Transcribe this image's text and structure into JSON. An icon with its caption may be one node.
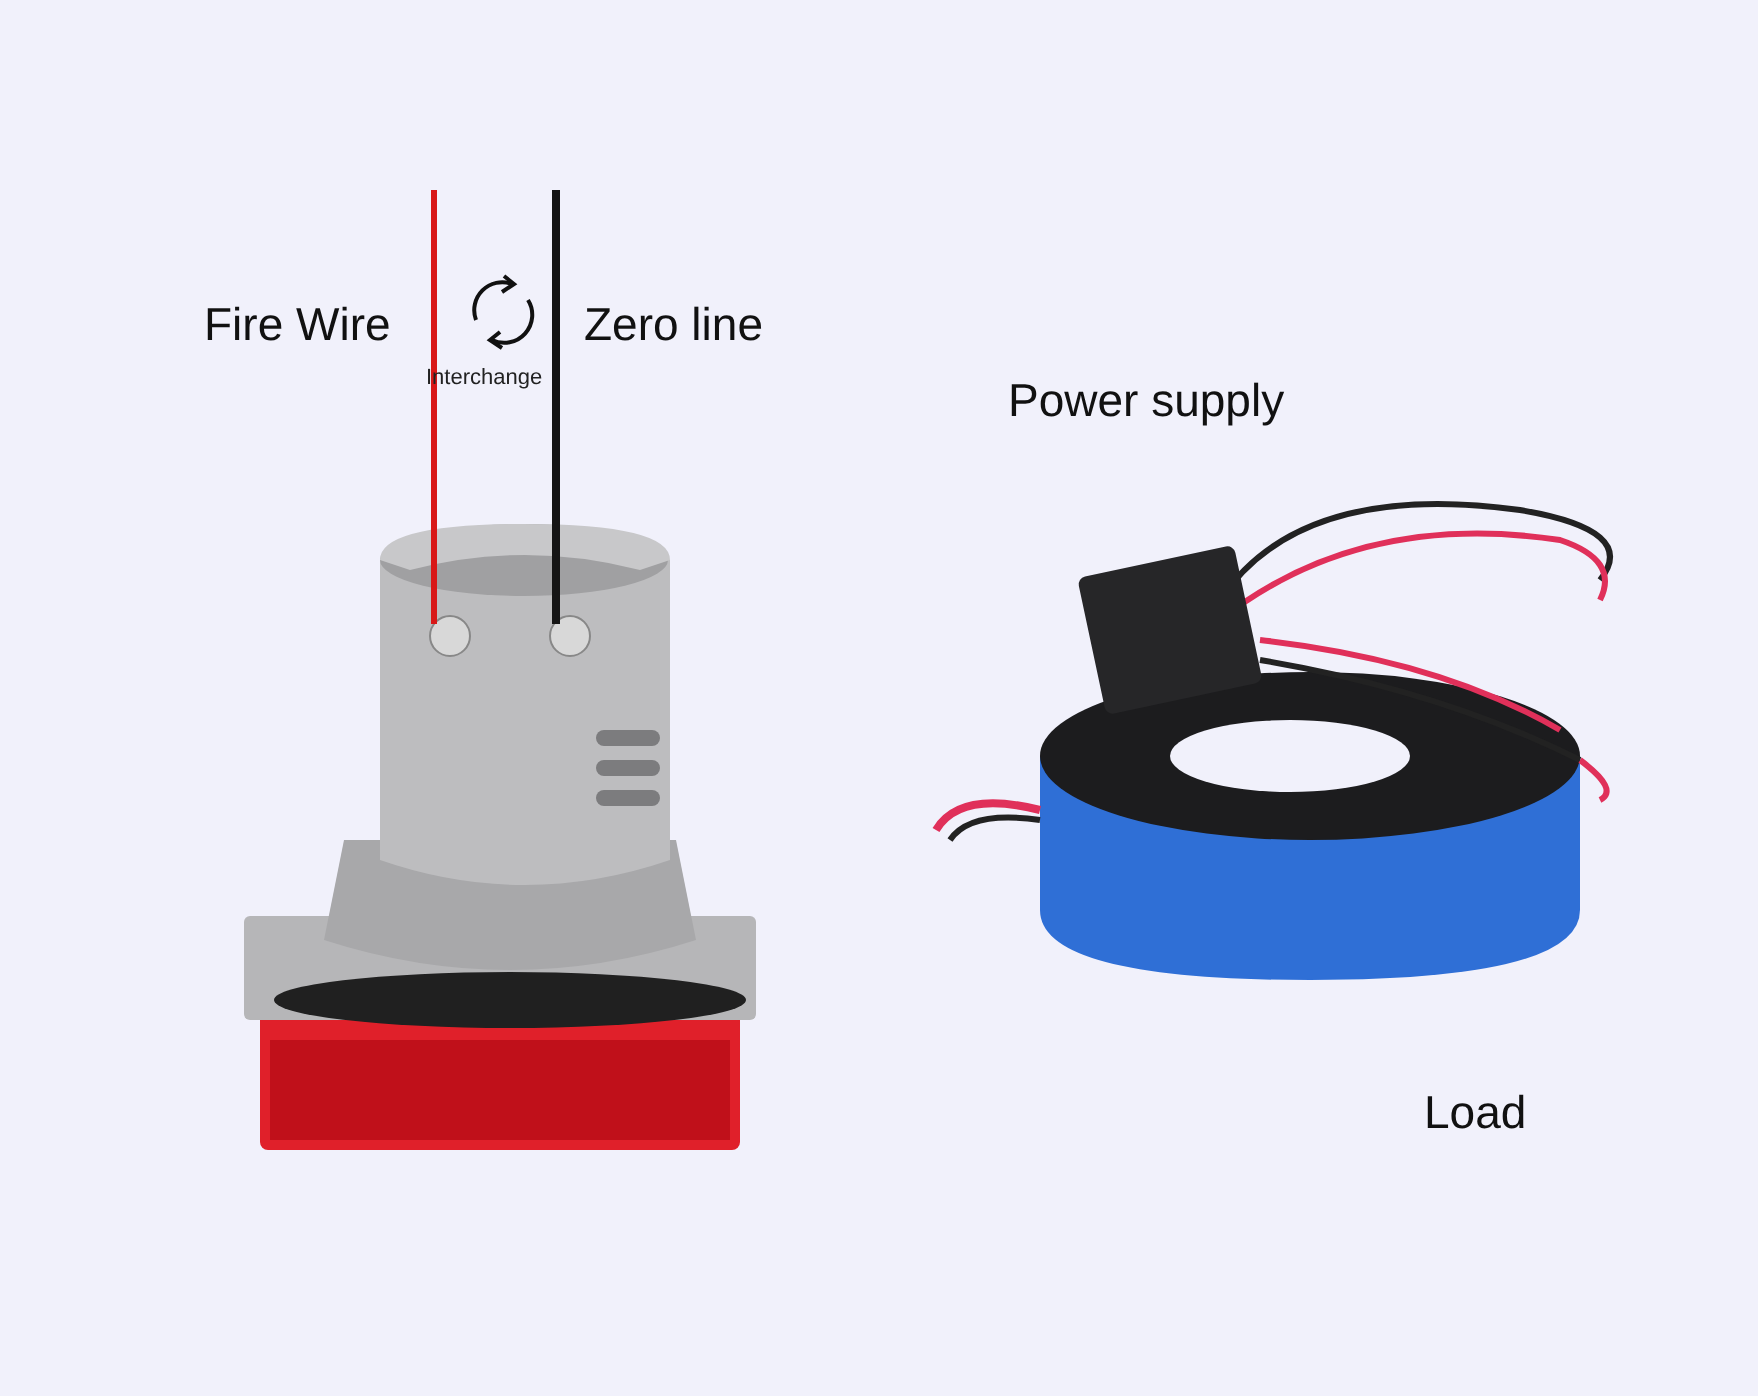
{
  "diagram": {
    "labels": [
      "Fire Wire",
      "Zero line",
      "Interchange",
      "Power supply",
      "Load"
    ]
  }
}
